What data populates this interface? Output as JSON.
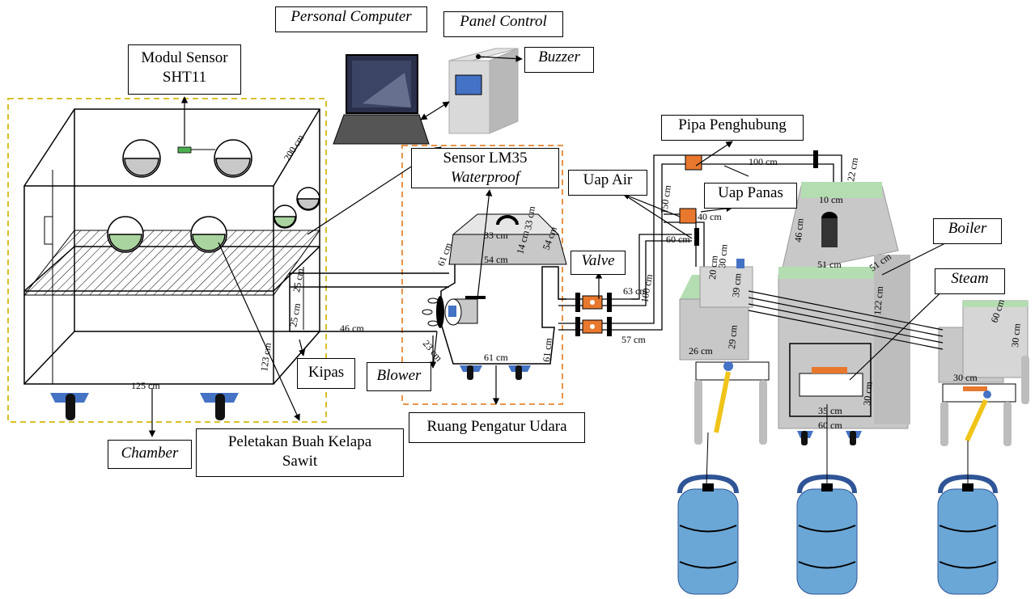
{
  "labels": {
    "personal_computer": "Personal Computer",
    "panel_control": "Panel Control",
    "buzzer": "Buzzer",
    "modul_sensor_line1": "Modul Sensor",
    "modul_sensor_line2": "SHT11",
    "sensor_lm35_line1": "Sensor LM35",
    "sensor_lm35_line2": "Waterproof",
    "pipa_penghubung": "Pipa Penghubung",
    "uap_air": "Uap Air",
    "uap_panas": "Uap Panas",
    "valve": "Valve",
    "boiler": "Boiler",
    "steam": "Steam",
    "kipas": "Kipas",
    "blower": "Blower",
    "ruang_pengatur_udara": "Ruang Pengatur Udara",
    "chamber": "Chamber",
    "peletakan_line1": "Peletakan Buah Kelapa",
    "peletakan_line2": "Sawit"
  },
  "dimensions": {
    "chamber_depth": "200 cm",
    "chamber_height": "123 cm",
    "chamber_width": "125 cm",
    "duct_a": "25 cm",
    "duct_b": "25 cm",
    "duct_len": "46 cm",
    "blower_d": "23 cm",
    "ruang_top_a": "33 cm",
    "ruang_top_b": "33 cm",
    "ruang_top_c": "54 cm",
    "ruang_top_d": "54 cm",
    "ruang_top_e": "14 cm",
    "ruang_side": "61 cm",
    "ruang_bottom": "61 cm",
    "ruang_right": "61 cm",
    "pipe_100_v": "100 cm",
    "pipe_150": "150 cm",
    "pipe_100_h": "100 cm",
    "pipe_22": "22 cm",
    "pipe_40": "40 cm",
    "pipe_60": "60 cm",
    "pipe_63": "63 cm",
    "pipe_57": "57 cm",
    "pipe_30": "30 cm",
    "pipe_20": "20 cm",
    "boiler_10": "10 cm",
    "boiler_46": "46 cm",
    "boiler_51_a": "51 cm",
    "boiler_51_b": "51 cm",
    "boiler_122": "122 cm",
    "steam_39": "39 cm",
    "steam_29": "29 cm",
    "steam_26": "26 cm",
    "burner_35": "35 cm",
    "burner_30": "30 cm",
    "base_60": "60 cm",
    "right_60": "60 cm",
    "right_30": "30 cm",
    "right_30_b": "30 cm"
  },
  "colors": {
    "dashed_yellow": "#d9c02a",
    "dashed_orange": "#e8944a",
    "box_gray": "#c8c8c8",
    "top_green": "#b5ddb2",
    "window_green": "#a9d49f",
    "wheel_blue": "#4472c4",
    "valve_orange": "#e8782e",
    "tank_blue": "#6aa7d6",
    "handle_yellow": "#f0c419"
  }
}
